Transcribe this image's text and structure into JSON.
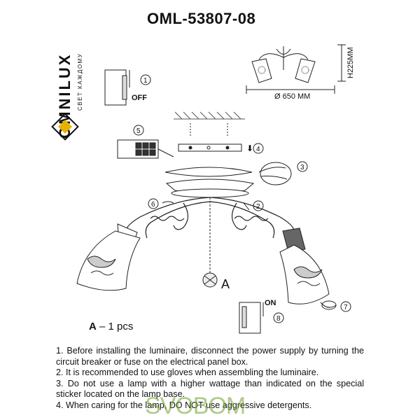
{
  "brand": {
    "name": "OMNILUX",
    "tagline": "СВЕТ КАЖДОМУ"
  },
  "model": "OML-53807-08",
  "dimensions": {
    "height": "H225MM",
    "diameter": "Ø 650 MM"
  },
  "labels": {
    "off": "OFF",
    "on": "ON",
    "part_a": "A"
  },
  "steps": [
    "1",
    "2",
    "3",
    "4",
    "5",
    "6",
    "7",
    "8"
  ],
  "quantity": {
    "part": "A",
    "text": "– 1 pcs"
  },
  "instructions": [
    "1. Before installing the luminaire, disconnect the power supply by turning the circuit breaker or fuse on the electrical panel box.",
    "2. It is recommended to use gloves when assembling the luminaire.",
    "3. Do not use a lamp with a higher wattage than indicated on the special sticker located on the lamp base.",
    "4. When caring for the lamp, DO NOT use aggressive detergents."
  ],
  "watermark": "SVOBOM",
  "colors": {
    "logo_gold": "#e8b000",
    "line": "#222222",
    "watermark_green": "#6f9e2a"
  }
}
